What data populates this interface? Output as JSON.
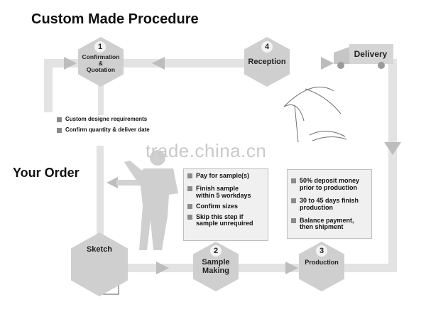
{
  "title": "Custom Made Procedure",
  "your_order": "Your Order",
  "watermark": "trade.china.cn",
  "steps": [
    {
      "num": "1",
      "label": "Confirmation\n&\nQuotation"
    },
    {
      "num": "4",
      "label": "Reception"
    },
    {
      "num": "",
      "label": "Delivery"
    },
    {
      "num": "",
      "label": "Sketch"
    },
    {
      "num": "2",
      "label": "Sample\nMaking"
    },
    {
      "num": "3",
      "label": "Production"
    }
  ],
  "requirements": [
    "Custom designe requirements",
    "Confirm quantity & deliver date"
  ],
  "sample_box": [
    "Pay for sample(s)",
    "Finish sample\nwithin 5 workdays",
    "Confirm sizes",
    "Skip this step if\nsample unrequired"
  ],
  "production_box": [
    "50% deposit money\nprior to production",
    "30 to 45 days finish\nproduction",
    "Balance payment,\nthen shipment"
  ],
  "icons": [
    "truck-icon",
    "person-silhouette-icon",
    "umbrella-icon",
    "jersey-icon",
    "sewing-machine-icon",
    "arrow-icon"
  ],
  "colors": {
    "track": "#e3e3e3",
    "hex": "#cfcfcf",
    "box": "#f0f0f0"
  }
}
